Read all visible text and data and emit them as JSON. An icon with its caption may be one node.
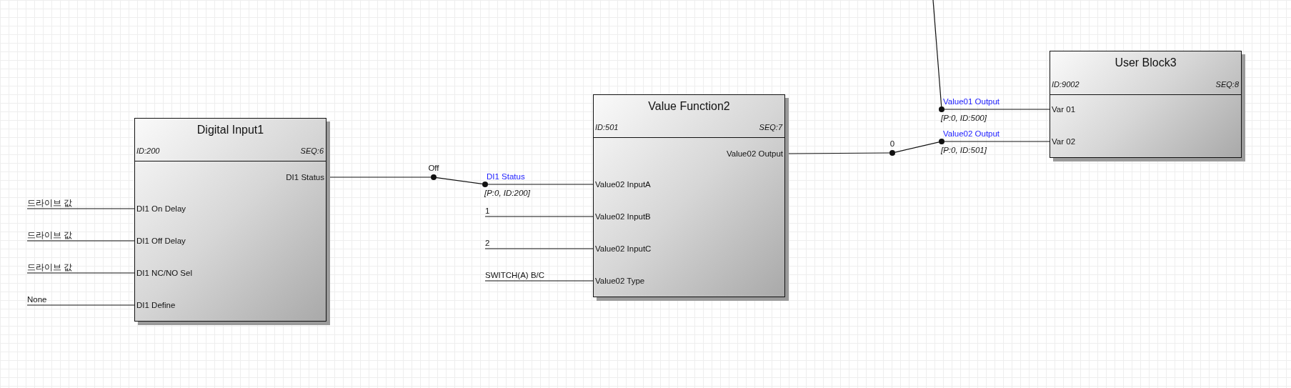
{
  "diagram": {
    "nodes": [
      {
        "text": [
          "Digital Input1",
          "ID:200",
          "SEQ:6"
        ]
      },
      {
        "text": [
          "DI1 Status"
        ],
        "in": 0
      },
      {
        "text": [
          "DI1 On Delay"
        ],
        "in": 0
      },
      {
        "text": [
          "DI1 Off Delay"
        ],
        "in": 0
      },
      {
        "text": [
          "DI1 NC/NO Sel"
        ],
        "in": 0
      },
      {
        "text": [
          "DI1 Define"
        ],
        "in": 0
      },
      {
        "text": [
          "드라이브 값"
        ]
      },
      {
        "text": [
          "드라이브 값"
        ]
      },
      {
        "text": [
          "드라이브 값"
        ]
      },
      {
        "text": [
          "None"
        ]
      },
      {
        "text": [
          "Value Function2",
          "ID:501",
          "SEQ:7"
        ]
      },
      {
        "text": [
          "Value02 Output"
        ],
        "in": 10
      },
      {
        "text": [
          "Value02 InputA"
        ],
        "in": 10
      },
      {
        "text": [
          "Value02 InputB"
        ],
        "in": 10
      },
      {
        "text": [
          "Value02 InputC"
        ],
        "in": 10
      },
      {
        "text": [
          "Value02 Type"
        ],
        "in": 10
      },
      {
        "text": [],
        "shape": "circle",
        "beside": [
          "Off"
        ]
      },
      {
        "text": [],
        "shape": "circle",
        "beside": [
          "DI1 Status",
          "[P:0, ID:200]"
        ]
      },
      {
        "text": [
          "1"
        ]
      },
      {
        "text": [
          "2"
        ]
      },
      {
        "text": [
          "SWITCH(A) B/C"
        ]
      },
      {
        "text": [
          "User Block3",
          "ID:9002",
          "SEQ:8"
        ]
      },
      {
        "text": [
          "Var 01"
        ],
        "in": 21
      },
      {
        "text": [
          "Var 02"
        ],
        "in": 21
      },
      {
        "text": [],
        "shape": "circle",
        "beside": [
          "0"
        ]
      },
      {
        "text": [],
        "shape": "circle",
        "beside": [
          "Value02 Output",
          "[P:0, ID:501]"
        ]
      },
      {
        "text": [],
        "shape": "circle",
        "beside": [
          "Value01 Output",
          "[P:0, ID:500]"
        ]
      }
    ],
    "edges": [
      {
        "from": 6,
        "to": 2,
        "arrow": "none"
      },
      {
        "from": 7,
        "to": 3,
        "arrow": "none"
      },
      {
        "from": 8,
        "to": 4,
        "arrow": "none"
      },
      {
        "from": 9,
        "to": 5,
        "arrow": "none"
      },
      {
        "from": 1,
        "to": 16,
        "arrow": "none"
      },
      {
        "from": 16,
        "to": 17,
        "arrow": "none"
      },
      {
        "from": 17,
        "to": 12,
        "arrow": "none"
      },
      {
        "from": 18,
        "to": 13,
        "arrow": "none"
      },
      {
        "from": 19,
        "to": 14,
        "arrow": "none"
      },
      {
        "from": 20,
        "to": 15,
        "arrow": "none"
      },
      {
        "from": 11,
        "to": 24,
        "arrow": "none"
      },
      {
        "from": 24,
        "to": 25,
        "arrow": "none"
      },
      {
        "from": 25,
        "to": 23,
        "arrow": "none"
      },
      {
        "from": null,
        "to": 26,
        "arrow": "none"
      },
      {
        "from": 26,
        "to": 22,
        "arrow": "none"
      }
    ]
  }
}
